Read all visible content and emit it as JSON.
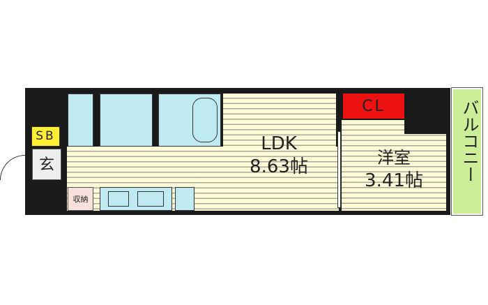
{
  "rooms": {
    "sb": "SB",
    "entrance": "玄",
    "storage": "収納",
    "ldk_name": "LDK",
    "ldk_size": "8.63帖",
    "western_name": "洋室",
    "western_size": "3.41帖",
    "closet": "CL",
    "balcony": "バルコニー"
  },
  "colors": {
    "closet": "#ee1111",
    "balcony": "#ccee99",
    "sb": "#ffee33",
    "wet_area": "#bfeaf2",
    "storage": "#f8e0dc"
  }
}
